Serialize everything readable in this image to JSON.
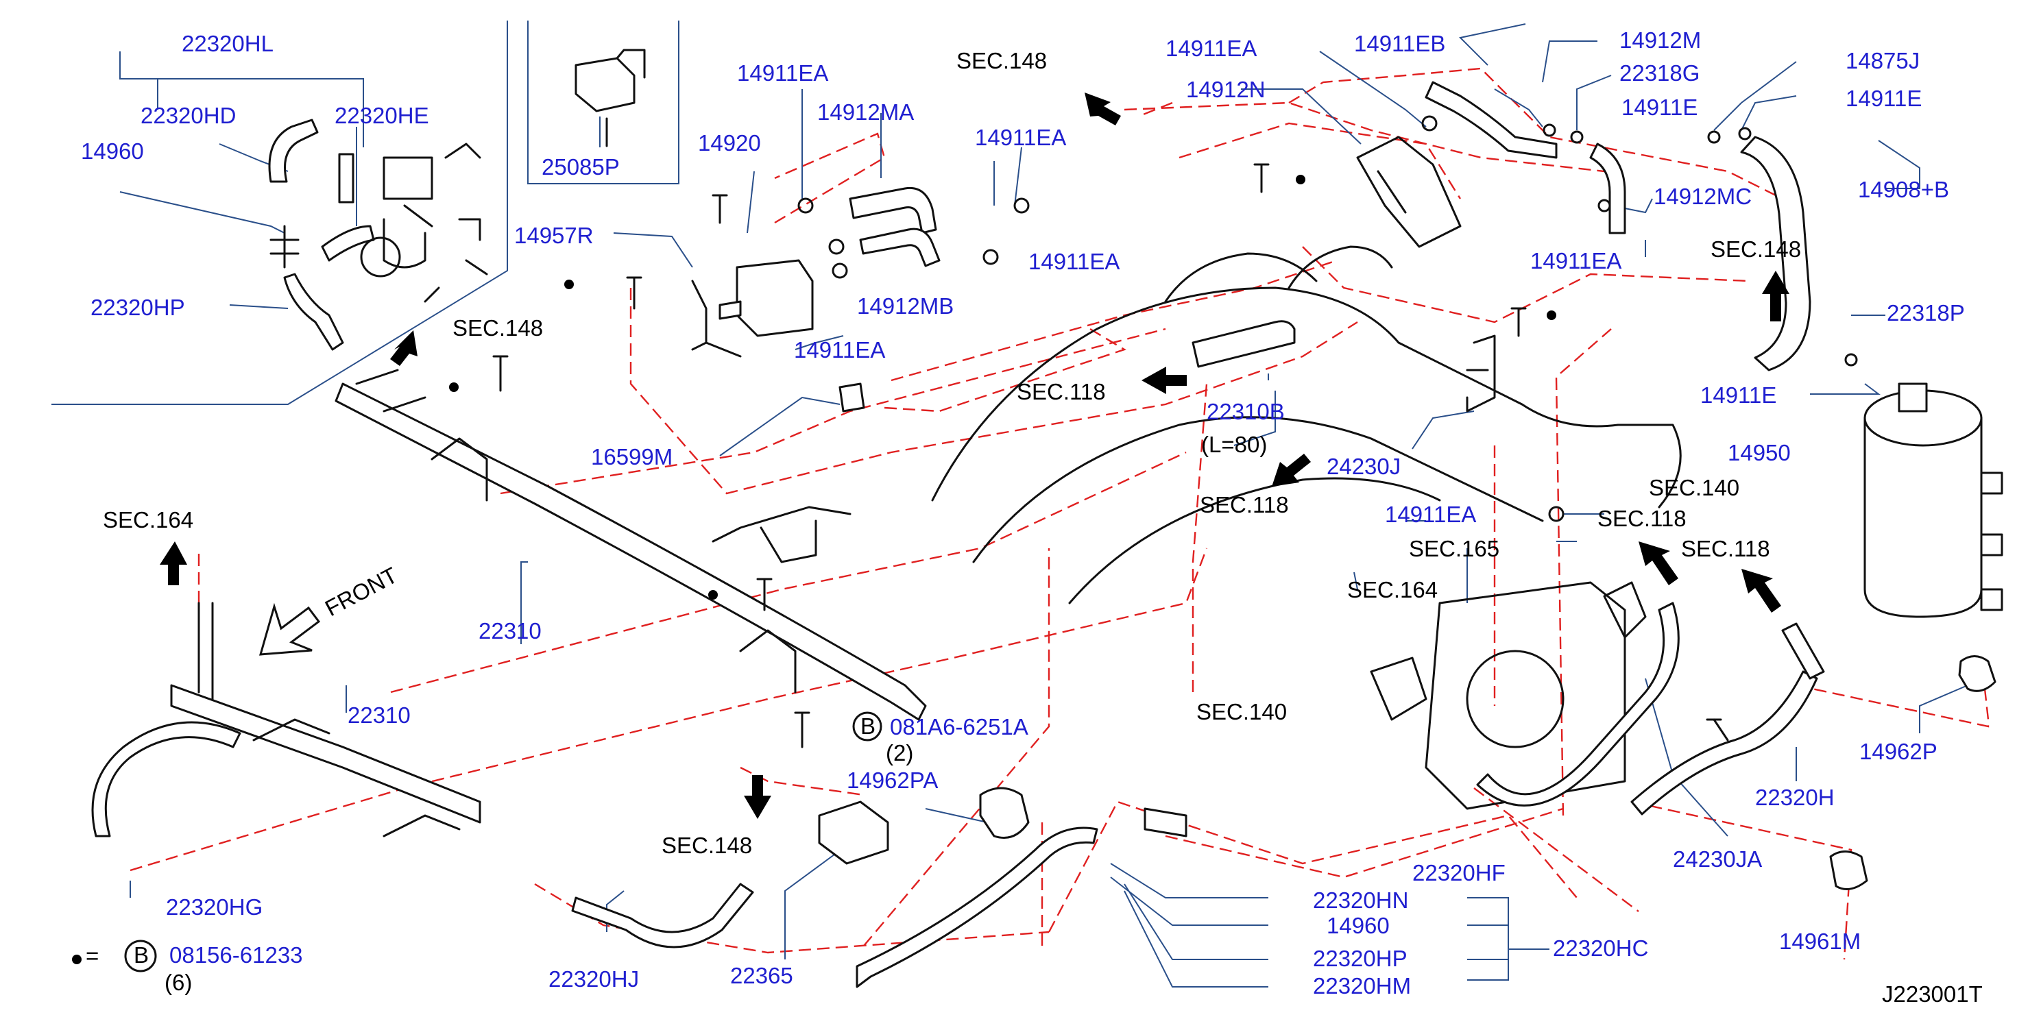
{
  "labels": {
    "p22320HL": "22320HL",
    "p22320HD": "22320HD",
    "p22320HE": "22320HE",
    "p14960a": "14960",
    "p22320HP_a": "22320HP",
    "p25085P": "25085P",
    "p14911EA_1": "14911EA",
    "p14912MA": "14912MA",
    "p14920": "14920",
    "p14911EA_2": "14911EA",
    "p14911EA_3": "14911EA",
    "p14912MB": "14912MB",
    "p14911EA_4": "14911EA",
    "p14957R": "14957R",
    "p14911EA_5": "14911EA",
    "p14912N": "14912N",
    "p14911EB": "14911EB",
    "p14912M": "14912M",
    "p22318G": "22318G",
    "p14911E_1": "14911E",
    "p14875J": "14875J",
    "p14911E_2": "14911E",
    "p14908B": "14908+B",
    "p14912MC": "14912MC",
    "p14911EA_6": "14911EA",
    "p22318P": "22318P",
    "p14911E_3": "14911E",
    "p14950": "14950",
    "p22310B": "22310B",
    "pL80": "(L=80)",
    "p24230J": "24230J",
    "p16599M": "16599M",
    "p14911EA_7": "14911EA",
    "p22310a": "22310",
    "p22310b": "22310",
    "p081A6": "081A6-6251A",
    "p2": "(2)",
    "p14962PA": "14962PA",
    "p22320HG": "22320HG",
    "p08156": "08156-61233",
    "p6": "(6)",
    "p22320HJ": "22320HJ",
    "p22365": "22365",
    "p22320HF": "22320HF",
    "p22320HN": "22320HN",
    "p14960b": "14960",
    "p22320HC": "22320HC",
    "p22320HP_b": "22320HP",
    "p22320HM": "22320HM",
    "p24230JA": "24230JA",
    "p22320H": "22320H",
    "p14962P": "14962P",
    "p14961M": "14961M",
    "ref": "J223001T"
  },
  "sections": {
    "sec148_a": "SEC.148",
    "sec148_b": "SEC.148",
    "sec148_c": "SEC.148",
    "sec148_d": "SEC.148",
    "sec118_a": "SEC.118",
    "sec118_b": "SEC.118",
    "sec118_c": "SEC.118",
    "sec118_d": "SEC.118",
    "sec140_a": "SEC.140",
    "sec140_b": "SEC.140",
    "sec165": "SEC.165",
    "sec164_a": "SEC.164",
    "sec164_b": "SEC.164",
    "front": "FRONT"
  },
  "legend": {
    "dot_eq": "=",
    "circle_b": "B"
  },
  "colors": {
    "part_number": "#1f1fd0",
    "callout_line": "#2a4f8a",
    "phantom_line": "#e02020",
    "outline": "#111111"
  }
}
